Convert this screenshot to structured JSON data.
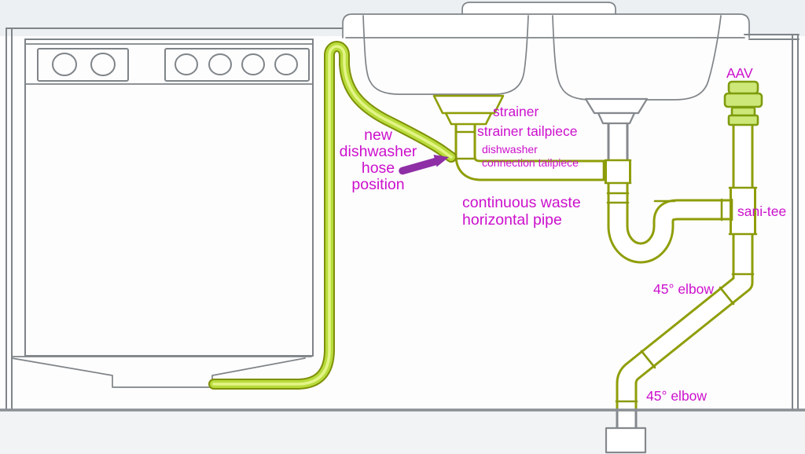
{
  "diagram": {
    "type": "plumbing-diagram",
    "subject": "kitchen sink drain with dishwasher hose routing",
    "colors": {
      "pipe_green": "#8f9e08",
      "hose_green": "#b8dc3c",
      "label_magenta": "#cc10cc",
      "arrow_purple": "#8e2fa6",
      "lineart_gray": "#7f8488",
      "aav_fill": "#cde878"
    },
    "labels": {
      "hose_note_line1": "new",
      "hose_note_line2": "dishwasher",
      "hose_note_line3": "hose",
      "hose_note_line4": "position",
      "strainer": "strainer",
      "strainer_tailpiece": "strainer tailpiece",
      "dw_connection_line1": "dishwasher",
      "dw_connection_line2": "connection tailpiece",
      "continuous_waste_line1": "continuous waste",
      "continuous_waste_line2": "horizontal pipe",
      "aav": "AAV",
      "sani_tee": "sani-tee",
      "elbow_upper": "45° elbow",
      "elbow_lower": "45° elbow"
    }
  }
}
